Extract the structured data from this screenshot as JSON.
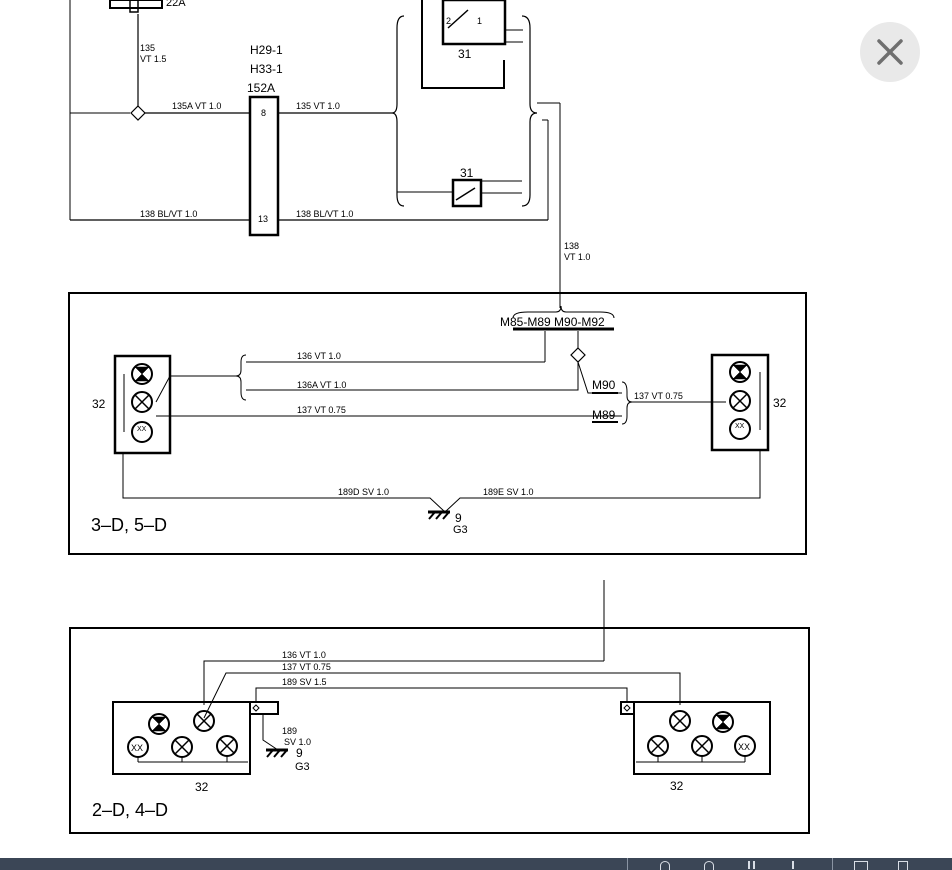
{
  "viewer": {
    "close_icon": "close-icon",
    "accent": "#e9e9e9",
    "toolbar_color": "#3b4656"
  },
  "diagram": {
    "top": {
      "fuse_label": "22A",
      "wire_135": "135",
      "wire_135_spec": "VT 1.5",
      "conn_name_1": "H29-1",
      "conn_name_2": "H33-1",
      "conn_id": "152A",
      "wire_135a_left": "135A  VT  1.0",
      "pin_8": "8",
      "wire_135_right": "135  VT  1.0",
      "switch_top": "31",
      "switch_bottom": "31",
      "wire_138_left": "138  BL/VT  1.0",
      "pin_13": "13",
      "wire_138_right": "138  BL/VT  1.0",
      "wire_138_drop": "138",
      "wire_138_drop_spec": "VT  1.0"
    },
    "mid": {
      "conn_label": "M85-M89 M90-M92",
      "wire_136": "136  VT  1.0",
      "wire_136a": "136A  VT  1.0",
      "wire_137": "137  VT  0.75",
      "m90": "M90",
      "m89": "M89",
      "wire_137_right": "137  VT  0.75",
      "lamp_left": "32",
      "lamp_right": "32",
      "wire_189d": "189D  SV  1.0",
      "wire_189e": "189E  SV  1.0",
      "ground_num": "9",
      "ground_id": "G3",
      "variant": "3–D,  5–D"
    },
    "bottom": {
      "wire_136": "136  VT  1.0",
      "wire_137": "137  VT  0.75",
      "wire_189": "189  SV  1.5",
      "wire_189_drop": "189",
      "wire_189_drop_spec": "SV  1.0",
      "ground_num": "9",
      "ground_id": "G3",
      "lamp_left": "32",
      "lamp_right": "32",
      "variant": "2–D,  4–D"
    }
  }
}
